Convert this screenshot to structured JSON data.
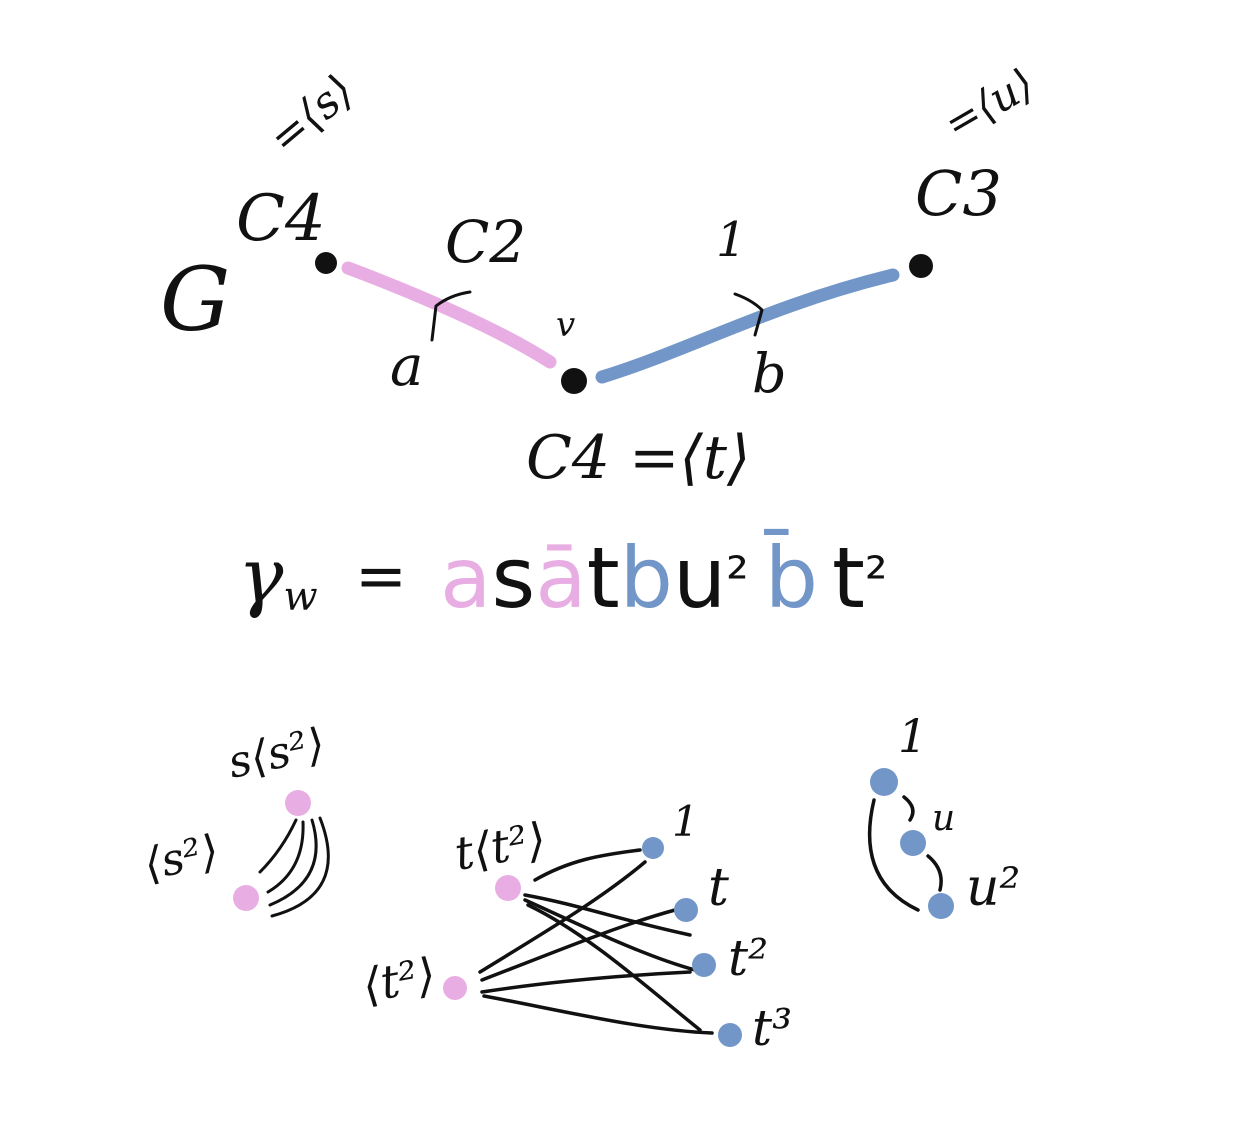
{
  "colors": {
    "ink": "#111111",
    "pink": "#e8aee3",
    "blue": "#7396c8",
    "background": "#ffffff"
  },
  "graph": {
    "name": "G",
    "left_vertex": {
      "group": "C4",
      "generator": "=⟨s⟩"
    },
    "middle_vertex": {
      "group": "C4 =⟨t⟩",
      "mark": "v"
    },
    "right_vertex": {
      "group": "C3",
      "generator": "=⟨u⟩"
    },
    "left_edge": {
      "group": "C2",
      "label": "a"
    },
    "right_edge": {
      "group": "1",
      "label": "b"
    }
  },
  "word": {
    "lhs": "γ",
    "lhs_sub": "w",
    "eq": "=",
    "tokens": [
      {
        "text": "a",
        "color": "pink"
      },
      {
        "text": "s",
        "color": "ink"
      },
      {
        "text": "ā",
        "color": "pink"
      },
      {
        "text": "t",
        "color": "ink"
      },
      {
        "text": "b",
        "color": "blue"
      },
      {
        "text": "u",
        "color": "ink"
      },
      {
        "text": "²",
        "color": "ink"
      },
      {
        "text": "b̄",
        "color": "blue"
      },
      {
        "text": "t",
        "color": "ink"
      },
      {
        "text": "²",
        "color": "ink"
      }
    ]
  },
  "cosets_left": {
    "top": "s⟨s²⟩",
    "bottom": "⟨s²⟩"
  },
  "cosets_middle": {
    "left_top": "t⟨t²⟩",
    "left_bottom": "⟨t²⟩",
    "right": [
      "1",
      "t",
      "t²",
      "t³"
    ]
  },
  "cosets_right": {
    "nodes": [
      "1",
      "u",
      "u²"
    ]
  }
}
